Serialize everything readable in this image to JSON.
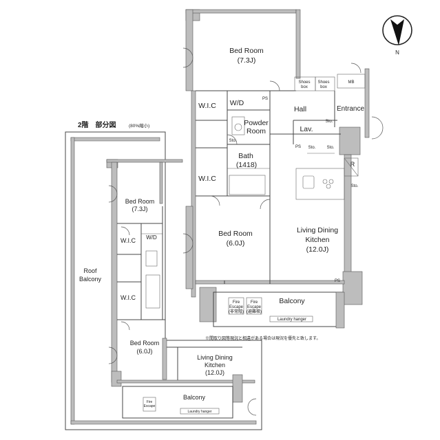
{
  "compass": {
    "label": "N"
  },
  "main_plan": {
    "rooms": {
      "bedroom_top": {
        "name": "Bed Room",
        "size": "(7.3J)"
      },
      "wic_top": {
        "name": "W.I.C"
      },
      "wd": {
        "name": "W/D"
      },
      "powder": {
        "name_line1": "Powder",
        "name_line2": "Room"
      },
      "bath": {
        "name": "Bath",
        "size": "(1418)"
      },
      "wic_mid": {
        "name": "W.I.C"
      },
      "bedroom_mid": {
        "name": "Bed Room",
        "size": "(6.0J)"
      },
      "ldk": {
        "name_line1": "Living Dining",
        "name_line2": "Kitchen",
        "size": "(12.0J)"
      },
      "hall": {
        "name": "Hall"
      },
      "lav": {
        "name": "Lav."
      },
      "entrance": {
        "name": "Entrance"
      },
      "balcony": {
        "name": "Balcony"
      }
    },
    "small_labels": {
      "shoes1_l1": "Shoes",
      "shoes1_l2": "box",
      "shoes2_l1": "Shoes",
      "shoes2_l2": "box",
      "mb": "MB",
      "sto_powder": "Sto.",
      "sto_lav": "Sto.",
      "sto_hall1": "Sto.",
      "sto_hall2": "Sto.",
      "sto_kitchen": "Sto.",
      "ps1": "PS",
      "ps2": "PS",
      "ps3": "PS",
      "r": "R",
      "fire1_l1": "Fire",
      "fire1_l2": "Escape",
      "fire1_l3": "(非常階)",
      "fire2_l1": "Fire",
      "fire2_l2": "Escape",
      "fire2_l3": "(避難梯)",
      "laundry": "Laundry hanger"
    },
    "note": "※間取り図等現況と相違がある場合は現況を優先と致します。"
  },
  "second_floor": {
    "title": "2階　部分図",
    "title_small": "(80%縮小)",
    "rooms": {
      "bedroom_top": {
        "name": "Bed Room",
        "size": "(7.3J)"
      },
      "wic1": {
        "name": "W.I.C"
      },
      "wd": {
        "name": "W/D"
      },
      "wic2": {
        "name": "W.I.C"
      },
      "bedroom_bottom": {
        "name": "Bed Room",
        "size": "(6.0J)"
      },
      "ldk": {
        "name_line1": "Living Dining",
        "name_line2": "Kitchen",
        "size": "(12.0J)"
      },
      "roof_balcony": {
        "name_line1": "Roof",
        "name_line2": "Balcony"
      },
      "balcony": {
        "name": "Balcony"
      }
    },
    "small_labels": {
      "fire_l1": "Fire",
      "fire_l2": "Escape",
      "laundry": "Laundry hanger"
    }
  }
}
